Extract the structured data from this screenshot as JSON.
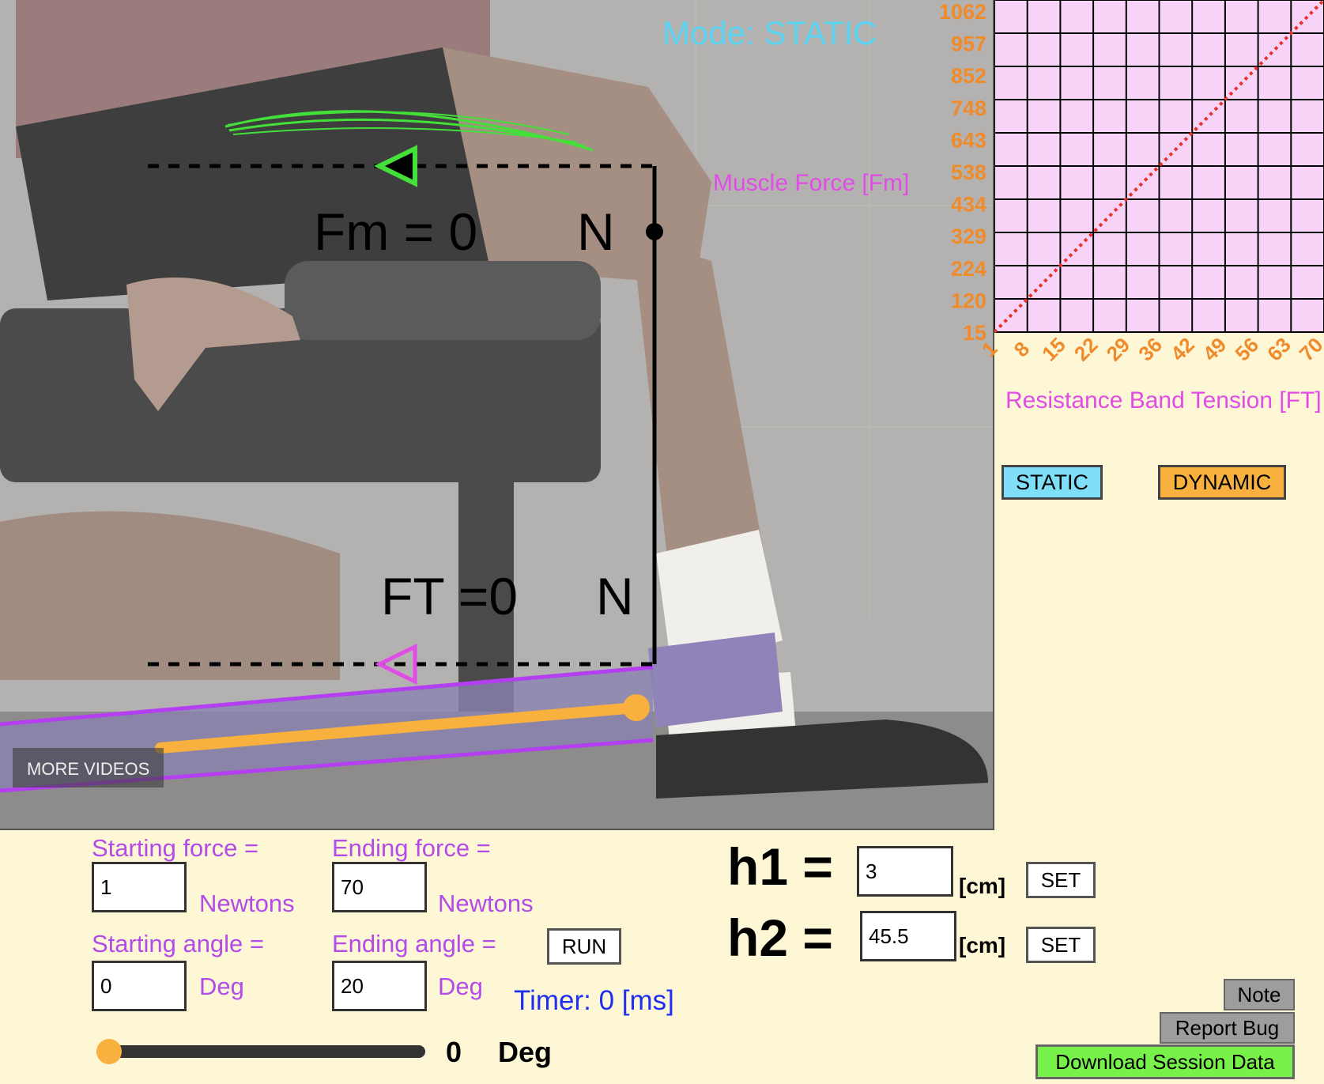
{
  "video": {
    "mode_label": "Mode: STATIC",
    "fm_label": "Fm = 0",
    "fm_unit": "N",
    "ft_label": "FT =0",
    "ft_unit": "N",
    "muscle_force_label": "Muscle Force [Fm]",
    "more_videos": "MORE VIDEOS"
  },
  "chart_data": {
    "type": "scatter",
    "y_ticks": [
      "1062",
      "957",
      "852",
      "748",
      "643",
      "538",
      "434",
      "329",
      "224",
      "120",
      "15"
    ],
    "x_ticks": [
      "1",
      "8",
      "15",
      "22",
      "29",
      "36",
      "42",
      "49",
      "56",
      "63",
      "70"
    ],
    "xlabel": "Resistance Band Tension [FT]",
    "ylabel": "",
    "xlim": [
      1,
      70
    ],
    "ylim": [
      15,
      1062
    ],
    "grid": true,
    "series": [
      {
        "x": [
          1,
          70
        ],
        "y": [
          15,
          1062
        ]
      }
    ],
    "colors": {
      "background": "#f7d4f7",
      "grid": "#000000",
      "series": "#e8312a",
      "ticks": "#f08b2c",
      "label": "#e24ce6"
    }
  },
  "mode_buttons": {
    "static": "STATIC",
    "dynamic": "DYNAMIC"
  },
  "params": {
    "starting_force_label": "Starting force =",
    "starting_force_value": "1",
    "starting_force_unit": "Newtons",
    "ending_force_label": "Ending force =",
    "ending_force_value": "70",
    "ending_force_unit": "Newtons",
    "starting_angle_label": "Starting angle =",
    "starting_angle_value": "0",
    "starting_angle_unit": "Deg",
    "ending_angle_label": "Ending angle =",
    "ending_angle_value": "20",
    "ending_angle_unit": "Deg",
    "run_label": "RUN",
    "timer": "Timer: 0 [ms]"
  },
  "heights": {
    "h1_label": "h1 =",
    "h1_value": "3",
    "h1_unit": "[cm]",
    "h2_label": "h2 =",
    "h2_value": "45.5",
    "h2_unit": "[cm]",
    "set_label": "SET"
  },
  "angle_slider": {
    "value": "0",
    "unit": "Deg",
    "fraction": 0.0
  },
  "footer_buttons": {
    "note": "Note",
    "report_bug": "Report Bug",
    "download": "Download Session Data"
  }
}
